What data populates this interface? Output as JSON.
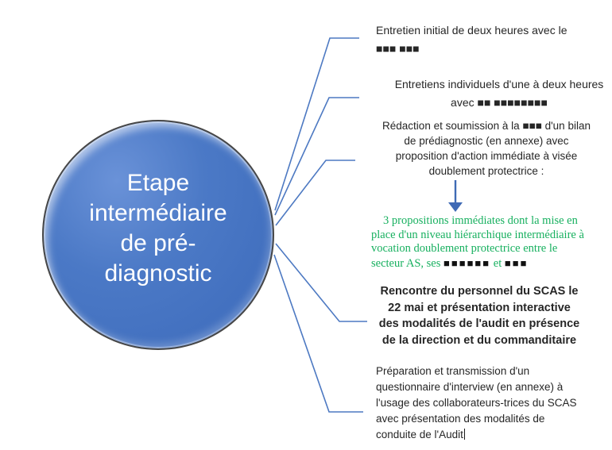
{
  "colors": {
    "circle_fill": "#4472c4",
    "circle_border": "#474747",
    "connector_blue": "#4d79c2",
    "arrow_blue": "#3f6ab5",
    "green_text": "#17b05f",
    "body_text": "#262626"
  },
  "circle": {
    "lines": [
      "Etape",
      "intermédiaire",
      "de pré-",
      "diagnostic"
    ]
  },
  "callouts": {
    "entretien_initial": {
      "lines": [
        "Entretien initial de deux heures avec le",
        "■■■ ■■■"
      ]
    },
    "entretiens_individuels": {
      "lines": [
        "Entretiens individuels d'une à deux heures",
        "avec ■■ ■■■■■■■■"
      ]
    },
    "redaction_bilan": {
      "lines": [
        "Rédaction et soumission à la ■■■ d'un bilan",
        "de prédiagnostic (en annexe) avec",
        "proposition d'action immédiate à visée",
        "doublement protectrice :"
      ]
    },
    "propositions_immediates": {
      "lines": [
        "3 propositions immédiates dont la mise en",
        "place d'un niveau hiérarchique intermédiaire à",
        "vocation doublement protectrice entre le"
      ],
      "last_line": {
        "text1": "secteur AS, ses ",
        "redacted1": "■■■■■■",
        "text2": " et ",
        "redacted2": "■■■"
      }
    },
    "rencontre_personnel": {
      "lines": [
        "Rencontre du personnel du SCAS le",
        "22 mai et présentation interactive",
        "des modalités de l'audit en présence",
        "de la direction et du commanditaire"
      ]
    },
    "preparation_questionnaire": {
      "lines": [
        "Préparation et transmission d'un",
        "questionnaire d'interview (en annexe) à",
        "l'usage des collaborateurs-trices du SCAS",
        "avec présentation des modalités de",
        "conduite de l'Audit"
      ]
    }
  }
}
